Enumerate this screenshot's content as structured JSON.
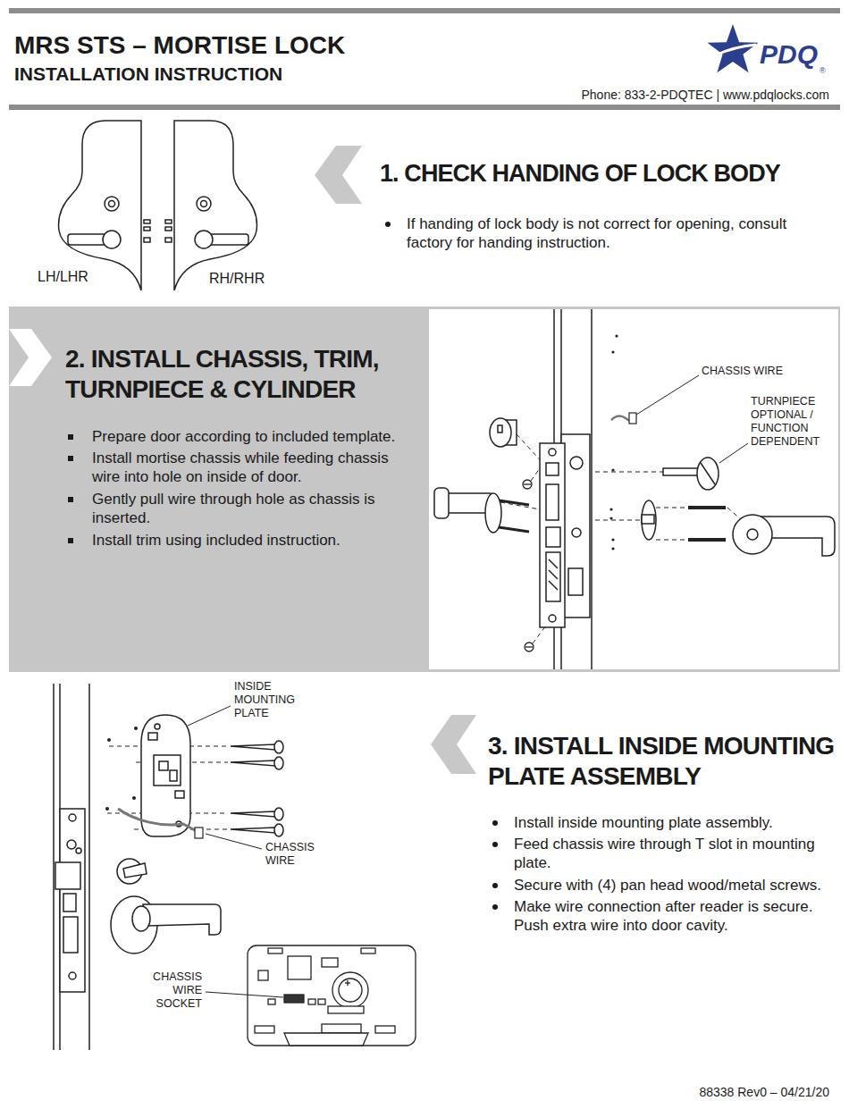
{
  "diagram": {
    "title": "MRS STS – MORTISE LOCK",
    "nodes": [
      {
        "text": [
          "2. INSTALL CHASSIS, TRIM, TURNPIECE & CYLINDER",
          "Prepare door according to included template.",
          "Install mortise chassis while feeding chassis wire into hole on inside of door.",
          "Gently pull wire through hole as chassis is inserted.",
          "Install trim using included instruction."
        ]
      },
      {
        "text": [
          "CHASSIS WIRE",
          "TURNPIECE OPTIONAL / FUNCTION DEPENDENT"
        ],
        "in": 0
      }
    ],
    "labels": [
      "INSTALLATION INSTRUCTION",
      "PDQ",
      "®",
      "Phone: 833-2-PDQTEC | www.pdqlocks.com",
      "LH/LHR",
      "RH/RHR",
      "1. CHECK HANDING OF LOCK BODY",
      "If handing of lock body is not correct for opening, consult factory for handing instruction.",
      "INSIDE MOUNTING PLATE",
      "CHASSIS WIRE",
      "CHASSIS WIRE SOCKET",
      "3. INSTALL INSIDE MOUNTING PLATE ASSEMBLY",
      "Install inside mounting plate assembly.",
      "Feed chassis wire through T slot in mounting plate.",
      "Secure with (4) pan head wood/metal screws.",
      "Make wire connection after reader is secure. Push extra wire into door cavity.",
      "88338 Rev0 – 04/21/20"
    ]
  }
}
